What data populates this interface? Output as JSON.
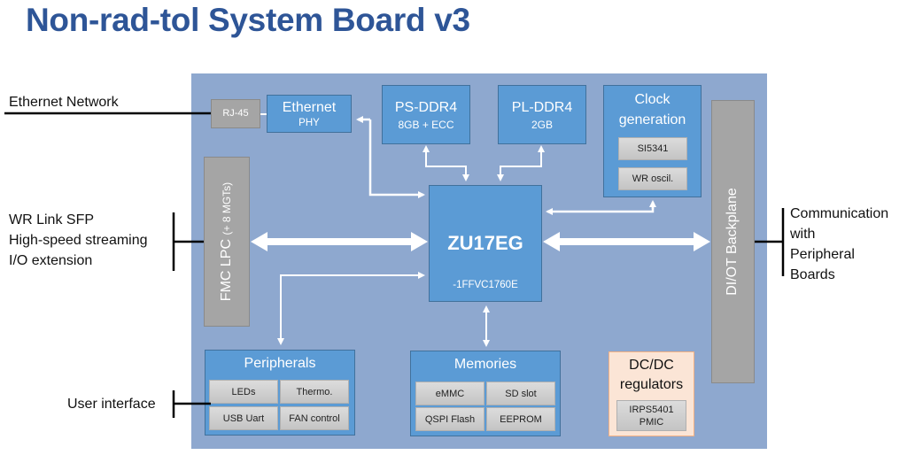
{
  "title": "Non-rad-tol System Board v3",
  "external": {
    "ethernet_network": "Ethernet Network",
    "fmc_links": [
      "WR Link SFP",
      "High-speed streaming",
      "I/O extension"
    ],
    "user_interface": "User interface",
    "communication": [
      "Communication",
      "with",
      "Peripheral",
      "Boards"
    ]
  },
  "blocks": {
    "rj45": "RJ-45",
    "ethernet": {
      "title": "Ethernet",
      "sub": "PHY"
    },
    "ps_ddr4": {
      "title": "PS-DDR4",
      "sub": "8GB + ECC"
    },
    "pl_ddr4": {
      "title": "PL-DDR4",
      "sub": "2GB"
    },
    "clock": {
      "title_line1": "Clock",
      "title_line2": "generation",
      "chips": [
        "SI5341",
        "WR oscil."
      ]
    },
    "fmc": {
      "label": "FMC LPC",
      "sub": "(+ 8 MGTs)"
    },
    "fpga": {
      "title": "ZU17EG",
      "sub": "-1FFVC1760E"
    },
    "backplane": "DI/OT Backplane",
    "peripherals": {
      "title": "Peripherals",
      "chips": [
        "LEDs",
        "Thermo.",
        "USB Uart",
        "FAN control"
      ]
    },
    "memories": {
      "title": "Memories",
      "chips": [
        "eMMC",
        "SD slot",
        "QSPI Flash",
        "EEPROM"
      ]
    },
    "dcdc": {
      "title_line1": "DC/DC",
      "title_line2": "regulators",
      "chip_line1": "IRPS5401",
      "chip_line2": "PMIC"
    }
  },
  "colors": {
    "title": "#2e5597",
    "board": "#8ea8cf",
    "block": "#5b9bd5",
    "connector": "#a5a5a5",
    "power": "#fbe5d6"
  }
}
